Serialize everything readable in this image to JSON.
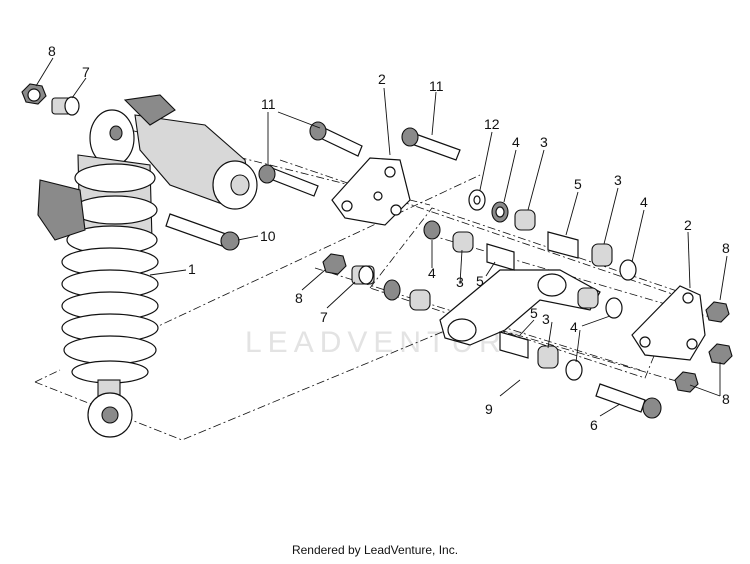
{
  "watermark": "LEADVENTURE",
  "footer": "Rendered by LeadVenture, Inc.",
  "callouts": {
    "c8a": "8",
    "c7a": "7",
    "c2a": "2",
    "c11a": "11",
    "c11b": "11",
    "c12": "12",
    "c4a": "4",
    "c3a": "3",
    "c5a": "5",
    "c3b": "3",
    "c4b": "4",
    "c2b": "2",
    "c8b": "8",
    "c10": "10",
    "c1": "1",
    "c4c": "4",
    "c3c": "3",
    "c5b": "5",
    "c8c": "8",
    "c7b": "7",
    "c5c": "5",
    "c3d": "3",
    "c4d": "4",
    "c8d": "8",
    "c9": "9",
    "c6": "6"
  }
}
